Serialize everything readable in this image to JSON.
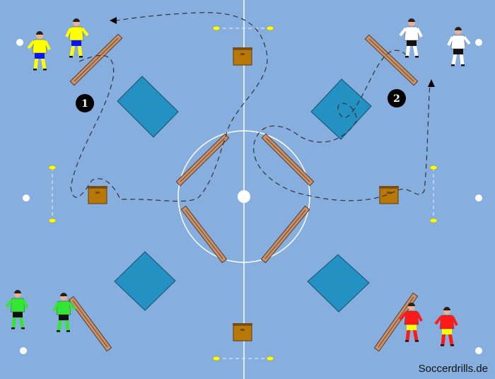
{
  "markers": [
    "1",
    "2"
  ],
  "brand": "Soccerdrills.de",
  "colors": {
    "field": "#86aede",
    "mat": "#2391c2",
    "bench": "#c8916a",
    "box": "#b87808",
    "team_yellow": "#ffff00",
    "team_white": "#ffffff",
    "team_green": "#33e633",
    "team_red": "#ff1a1a"
  }
}
